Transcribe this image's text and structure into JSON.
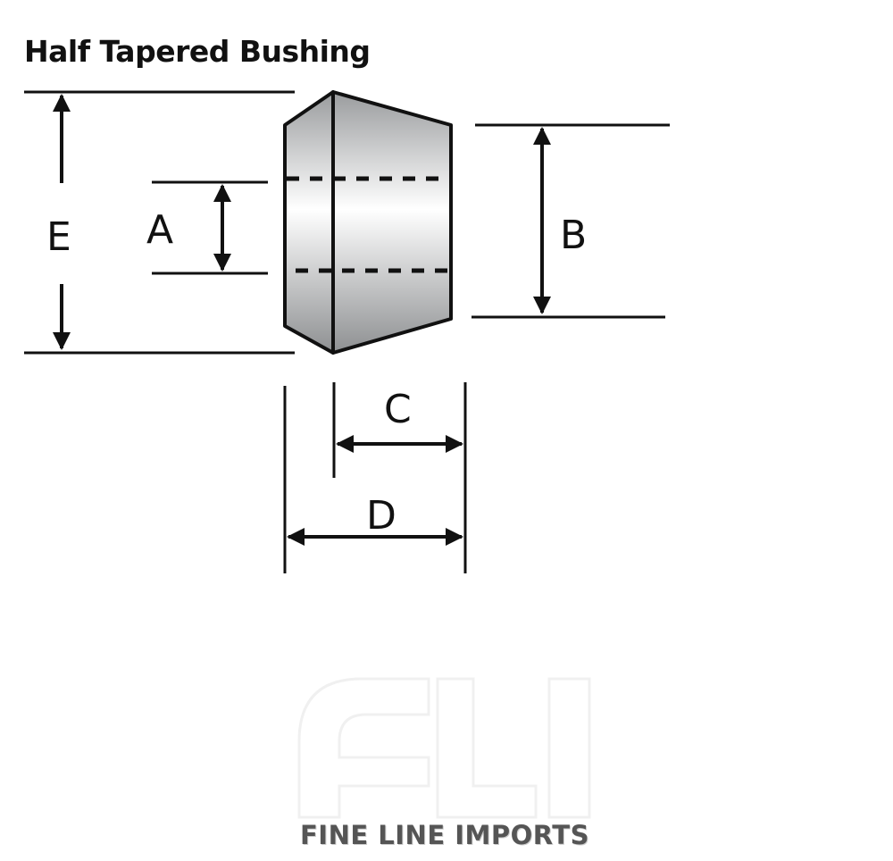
{
  "title": "Half Tapered Bushing",
  "dimensions": {
    "a": "A",
    "b": "B",
    "c": "C",
    "d": "D",
    "e": "E"
  },
  "logo": {
    "monogram": "FLI",
    "brand_name": "FINE LINE IMPORTS"
  },
  "colors": {
    "line": "#111111",
    "brand": "#555555"
  }
}
